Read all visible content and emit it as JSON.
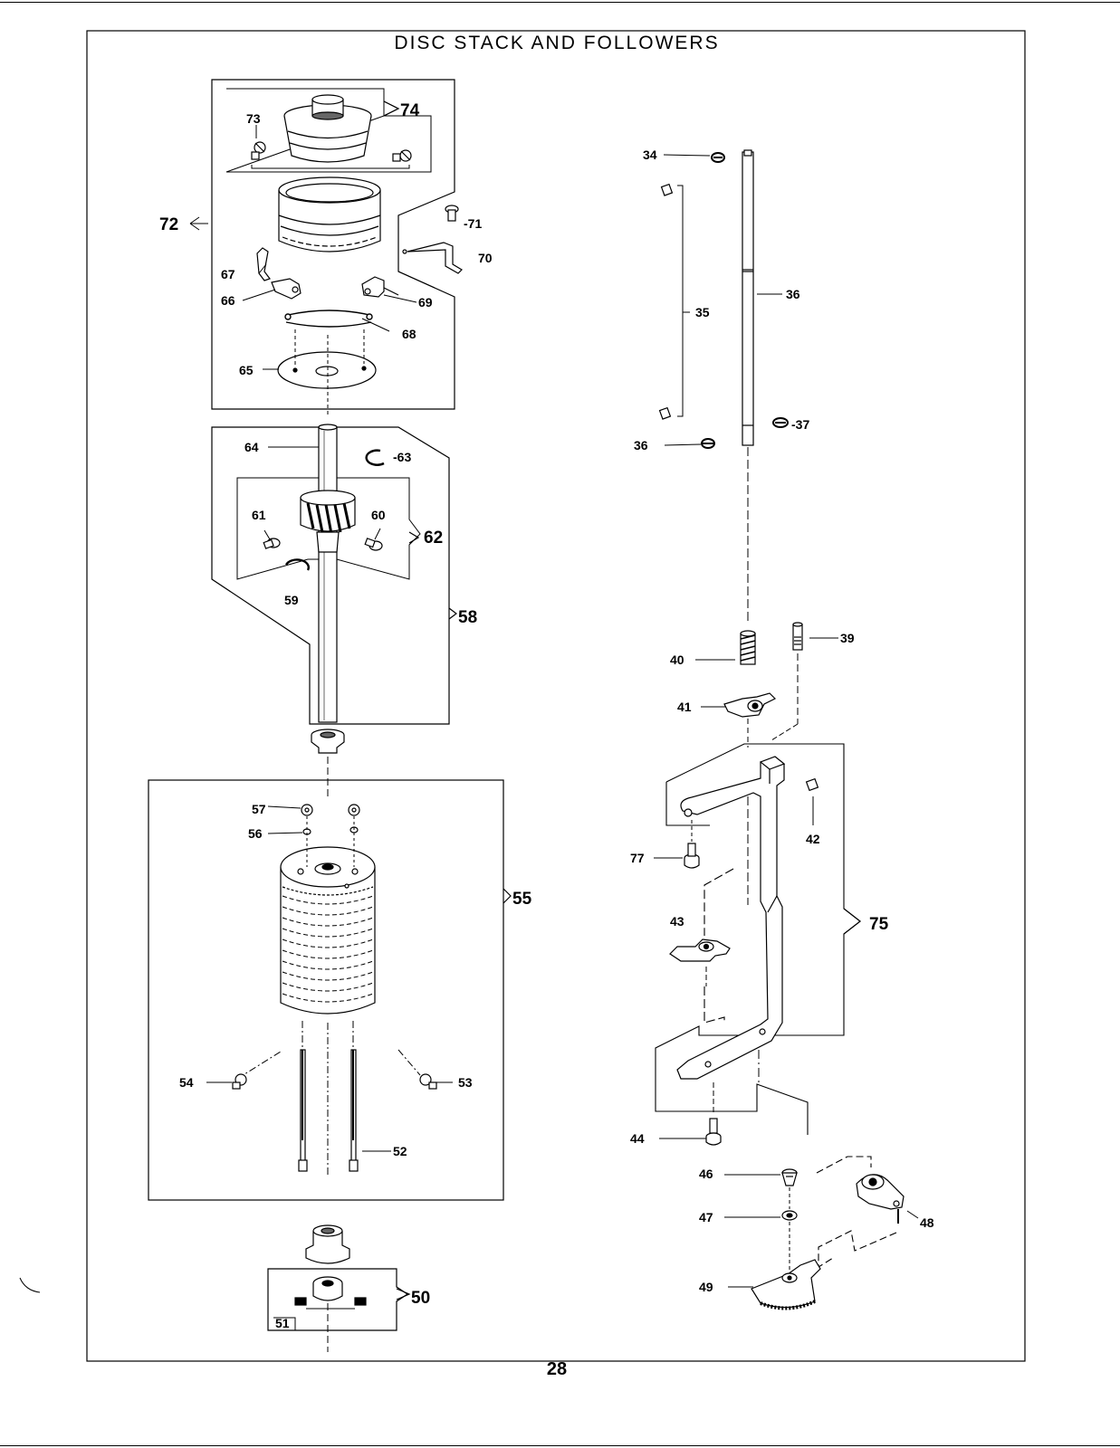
{
  "title": "DISC STACK AND FOLLOWERS",
  "page_number": "28",
  "assembly_labels": {
    "a72": "72",
    "a74": "74",
    "a62": "62",
    "a58": "58",
    "a55": "55",
    "a50": "50",
    "a75": "75"
  },
  "part_labels": {
    "p73": "73",
    "p71": "-71",
    "p70": "70",
    "p67": "67",
    "p66": "66",
    "p69": "69",
    "p68": "68",
    "p65": "65",
    "p64": "64",
    "p63": "-63",
    "p61": "61",
    "p60": "60",
    "p59": "59",
    "p57": "57",
    "p56": "56",
    "p54": "54",
    "p53": "53",
    "p52": "52",
    "p51": "51",
    "p34": "34",
    "p35": "35",
    "p36a": "36",
    "p36b": "36",
    "p37": "-37",
    "p39": "39",
    "p40": "40",
    "p41": "41",
    "p42": "42",
    "p77": "77",
    "p43": "43",
    "p44": "44",
    "p46": "46",
    "p47": "47",
    "p48": "48",
    "p49": "49"
  }
}
